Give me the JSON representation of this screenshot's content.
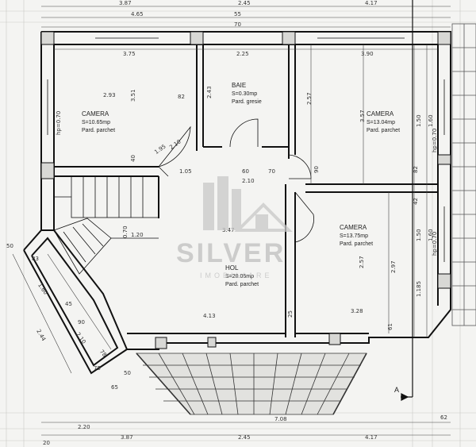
{
  "plan": {
    "rooms": [
      {
        "id": "camera-1",
        "name": "CAMERA",
        "area": "S=10.65mp",
        "floor": "Pard. parchet"
      },
      {
        "id": "baie",
        "name": "BAIE",
        "area": "S=0.30mp",
        "floor": "Pard. gresie"
      },
      {
        "id": "camera-2",
        "name": "CAMERA",
        "area": "S=13.04mp",
        "floor": "Pard. parchet"
      },
      {
        "id": "camera-3",
        "name": "CAMERA",
        "area": "S=13.75mp",
        "floor": "Pard. parchet"
      },
      {
        "id": "hol",
        "name": "HOL",
        "area": "S=20.05mp",
        "floor": "Pard. parchet"
      }
    ],
    "dimensions": {
      "top_row": [
        "3.87",
        "2.45",
        "4.17"
      ],
      "top_sub": [
        "4.65",
        "55",
        "70"
      ],
      "room_widths": [
        "3.75",
        "2.25",
        "3.90"
      ],
      "interior": [
        "2.93",
        "82",
        "2.43",
        "1.05",
        "60",
        "70",
        "2.10",
        "1.20",
        "0.70",
        "3.47",
        "4.13",
        "3.28",
        "2.57",
        "2.97",
        "3.57",
        "2.57",
        "1.50",
        "1.60",
        "1.185",
        "1.50",
        "1.60",
        "82",
        "61",
        "25",
        "90",
        "42",
        "40",
        "3.51",
        "2.10",
        "1.95"
      ],
      "hp_labels": [
        "hp=0.70",
        "hp=0.70",
        "hp=0.70"
      ],
      "bottom_row": [
        "2.20",
        "3.87",
        "2.45",
        "4.17"
      ],
      "bottom_sub": [
        "7.08",
        "62",
        "20"
      ],
      "bay_dims": [
        "50",
        "83",
        "1.60",
        "2.44",
        "45",
        "90",
        "2.10",
        "78",
        "75",
        "65",
        "50"
      ],
      "section_mark": "A"
    },
    "watermark": {
      "brand": "SILVER",
      "tagline": "IMOBILIARE"
    }
  }
}
